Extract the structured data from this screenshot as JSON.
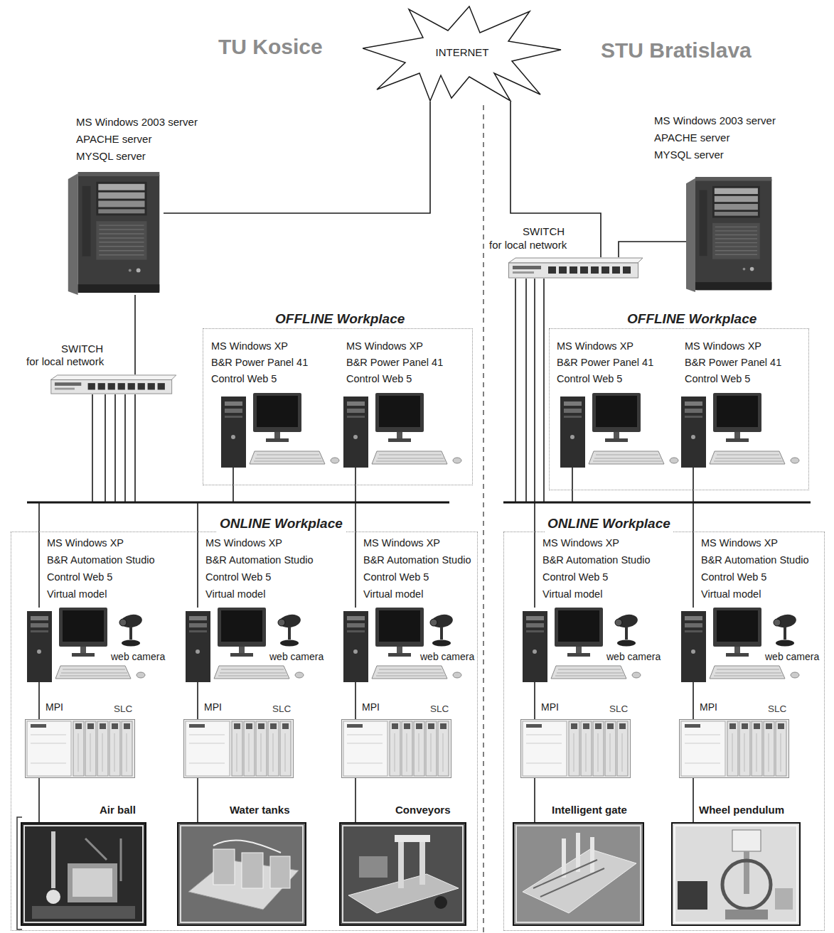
{
  "diagram": {
    "nodes": [
      {
        "text": [
          "INTERNET"
        ]
      },
      {
        "text": [
          "MS Windows 2003 server",
          "APACHE server",
          "MYSQL server"
        ]
      },
      {
        "text": [
          "MS Windows 2003 server",
          "APACHE server",
          "MYSQL server"
        ]
      },
      {
        "text": [
          "SWITCH",
          "for local network"
        ]
      },
      {
        "text": [
          "SWITCH",
          "for local network"
        ]
      },
      {
        "text": [
          "OFFLINE Workplace"
        ]
      },
      {
        "text": [
          "MS Windows XP",
          "B&R Power Panel 41",
          "Control Web 5"
        ],
        "in": 5
      },
      {
        "text": [
          "MS Windows XP",
          "B&R Power Panel 41",
          "Control Web 5"
        ],
        "in": 5
      },
      {
        "text": [
          "OFFLINE Workplace"
        ]
      },
      {
        "text": [
          "MS Windows XP",
          "B&R Power Panel 41",
          "Control Web 5"
        ],
        "in": 8
      },
      {
        "text": [
          "MS Windows XP",
          "B&R Power Panel 41",
          "Control Web 5"
        ],
        "in": 8
      },
      {
        "text": [
          "ONLINE Workplace"
        ]
      },
      {
        "text": [
          "MS Windows XP",
          "B&R Automation Studio",
          "Control Web 5",
          "Virtual model"
        ],
        "in": 11
      },
      {
        "text": [
          "MS Windows XP",
          "B&R Automation Studio",
          "Control Web 5",
          "Virtual model"
        ],
        "in": 11
      },
      {
        "text": [
          "MS Windows XP",
          "B&R Automation Studio",
          "Control Web 5",
          "Virtual model"
        ],
        "in": 11
      },
      {
        "text": [
          "SLC"
        ],
        "in": 11
      },
      {
        "text": [
          "SLC"
        ],
        "in": 11
      },
      {
        "text": [
          "SLC"
        ],
        "in": 11
      },
      {
        "text": [
          "Air ball"
        ],
        "in": 11
      },
      {
        "text": [
          "Water tanks"
        ],
        "in": 11
      },
      {
        "text": [
          "Conveyors"
        ],
        "in": 11
      },
      {
        "text": [
          "ONLINE Workplace"
        ]
      },
      {
        "text": [
          "MS Windows XP",
          "B&R Automation Studio",
          "Control Web 5",
          "Virtual model"
        ],
        "in": 21
      },
      {
        "text": [
          "MS Windows XP",
          "B&R Automation Studio",
          "Control Web 5",
          "Virtual model"
        ],
        "in": 21
      },
      {
        "text": [
          "SLC"
        ],
        "in": 21
      },
      {
        "text": [
          "SLC"
        ],
        "in": 21
      },
      {
        "text": [
          "Intelligent gate"
        ],
        "in": 21
      },
      {
        "text": [
          "Wheel pendulum"
        ],
        "in": 21
      }
    ],
    "edges": [
      {
        "from": 0,
        "to": 1,
        "arrow": "none"
      },
      {
        "from": 0,
        "to": 4,
        "arrow": "none"
      },
      {
        "from": 2,
        "to": 4,
        "arrow": "none"
      },
      {
        "from": 1,
        "to": 3,
        "arrow": "none"
      },
      {
        "from": 3,
        "to": 6,
        "arrow": "none"
      },
      {
        "from": 3,
        "to": 7,
        "arrow": "none"
      },
      {
        "from": 3,
        "to": 12,
        "arrow": "none"
      },
      {
        "from": 3,
        "to": 13,
        "arrow": "none"
      },
      {
        "from": 3,
        "to": 14,
        "arrow": "none"
      },
      {
        "from": 4,
        "to": 9,
        "arrow": "none"
      },
      {
        "from": 4,
        "to": 10,
        "arrow": "none"
      },
      {
        "from": 4,
        "to": 22,
        "arrow": "none"
      },
      {
        "from": 4,
        "to": 23,
        "arrow": "none"
      },
      {
        "from": 12,
        "to": 15,
        "label": "MPI",
        "arrow": "none"
      },
      {
        "from": 13,
        "to": 16,
        "label": "MPI",
        "arrow": "none"
      },
      {
        "from": 14,
        "to": 17,
        "label": "MPI",
        "arrow": "none"
      },
      {
        "from": 22,
        "to": 24,
        "label": "MPI",
        "arrow": "none"
      },
      {
        "from": 23,
        "to": 25,
        "label": "MPI",
        "arrow": "none"
      },
      {
        "from": 15,
        "to": 18,
        "arrow": "none"
      },
      {
        "from": 16,
        "to": 19,
        "arrow": "none"
      },
      {
        "from": 17,
        "to": 20,
        "arrow": "none"
      },
      {
        "from": 24,
        "to": 26,
        "arrow": "none"
      },
      {
        "from": 25,
        "to": 27,
        "arrow": "none"
      }
    ],
    "labels": [
      "TU Kosice",
      "STU Bratislava",
      "web camera",
      "web camera",
      "web camera",
      "web camera",
      "web camera"
    ]
  }
}
